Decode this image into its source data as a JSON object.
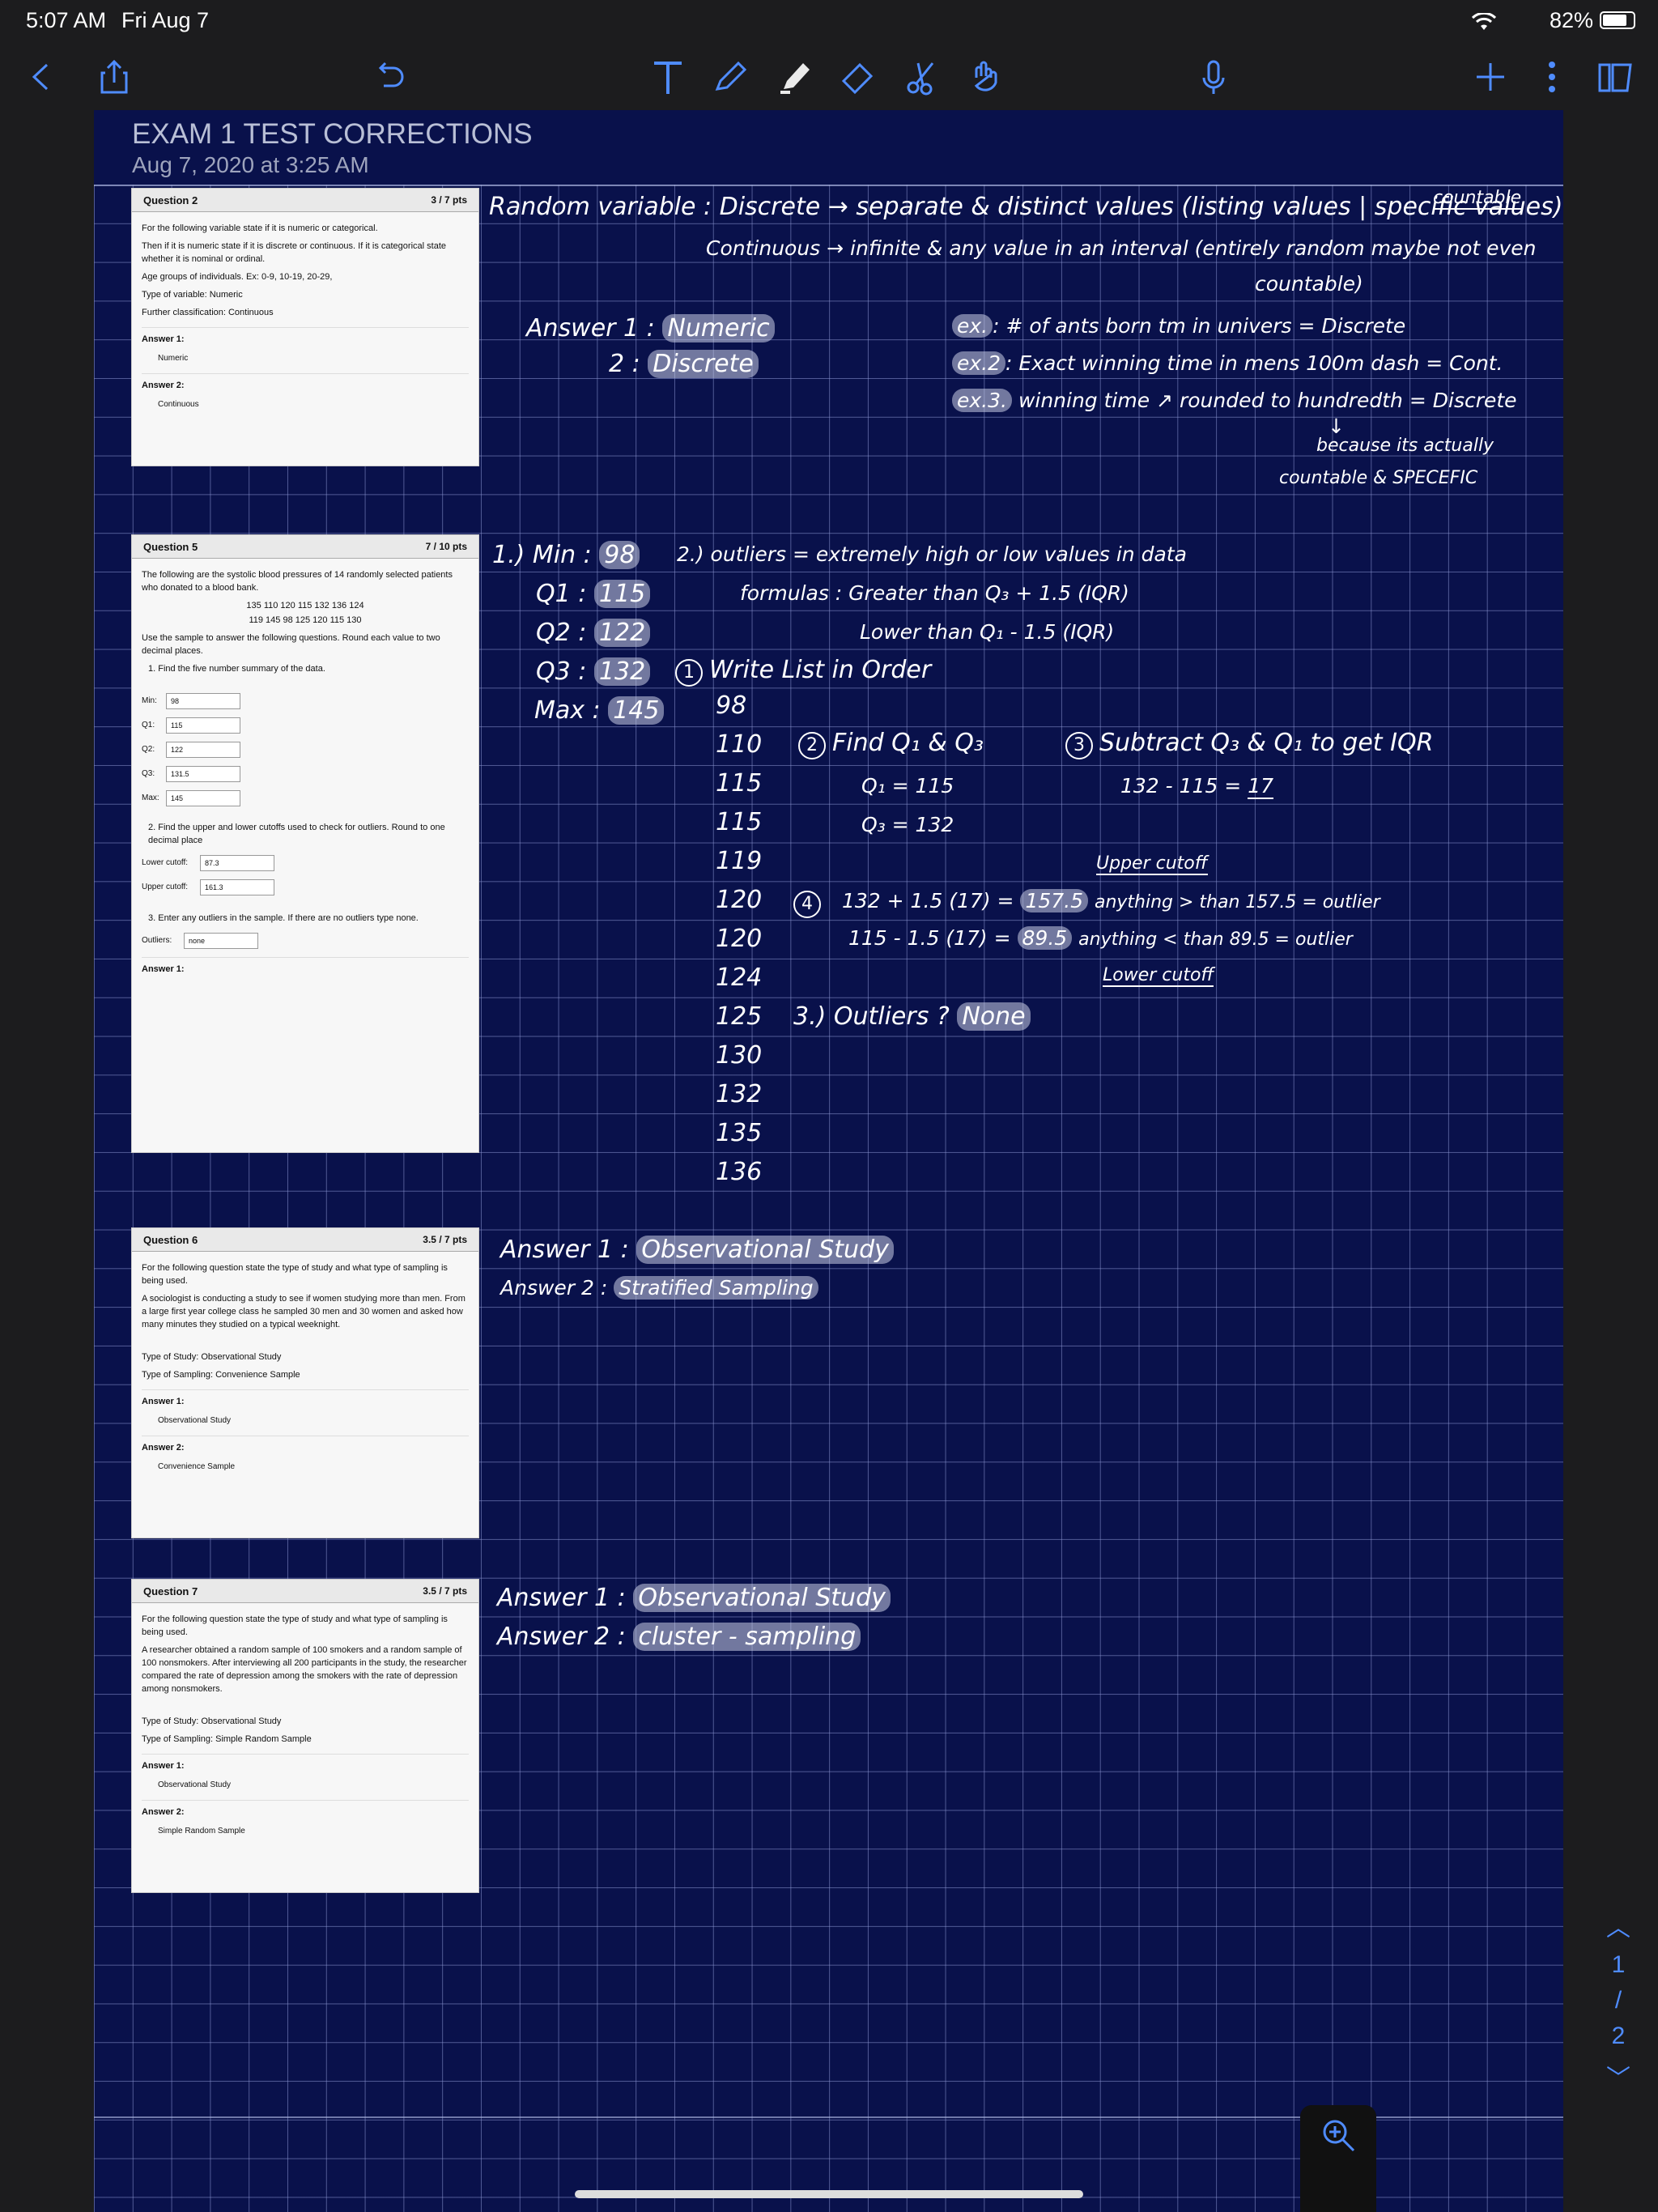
{
  "status": {
    "time": "5:07 AM",
    "date": "Fri Aug 7",
    "battery": "82%",
    "battery_level": 0.82
  },
  "document": {
    "title": "EXAM 1 TEST CORRECTIONS",
    "date": "Aug 7, 2020 at 3:25 AM"
  },
  "pager": {
    "current": "1",
    "sep": "/",
    "total": "2"
  },
  "q2": {
    "name": "Question 2",
    "pts": "3 / 7 pts",
    "text1": "For the following variable state if it is numeric or categorical.",
    "text2": "Then if it is numeric state if it is discrete or continuous. If it is categorical state whether it is nominal or ordinal.",
    "text3": "Age groups of individuals. Ex: 0-9, 10-19, 20-29,",
    "text4": "Type of variable: Numeric",
    "text5": "Further classification: Continuous",
    "answer1_label": "Answer 1:",
    "answer1": "Numeric",
    "answer2_label": "Answer 2:",
    "answer2": "Continuous"
  },
  "q5": {
    "name": "Question 5",
    "pts": "7 / 10 pts",
    "text1": "The following are the systolic blood pressures of 14 randomly selected patients who donated to a blood bank.",
    "data1": "135 110 120 115 132 136 124",
    "data2": "119 145 98 125 120 115 130",
    "text2": "Use the sample to answer the following questions. Round each value to two decimal places.",
    "text3": "1. Find the five number summary of the data.",
    "min_label": "Min:",
    "min": "98",
    "q1_label": "Q1:",
    "q1": "115",
    "q2_label": "Q2:",
    "q2": "122",
    "q3_label": "Q3:",
    "q3": "131.5",
    "max_label": "Max:",
    "max": "145",
    "text4": "2. Find the upper and lower cutoffs used to check for outliers. Round to one decimal place",
    "lower_label": "Lower cutoff:",
    "lower": "87.3",
    "upper_label": "Upper cutoff:",
    "upper": "161.3",
    "text5": "3. Enter any outliers in the sample. If there are no outliers type none.",
    "outliers_label": "Outliers:",
    "outliers": "none",
    "answer1_label": "Answer 1:"
  },
  "q6": {
    "name": "Question 6",
    "pts": "3.5 / 7 pts",
    "text1": "For the following question state the type of study and what type of sampling is being used.",
    "text2": "A sociologist is conducting a study to see if women studying more than men. From a large first year college class he sampled 30 men and 30 women and asked how many minutes they studied on a typical weeknight.",
    "text3": "Type of Study: Observational Study",
    "text4": "Type of Sampling: Convenience Sample",
    "answer1_label": "Answer 1:",
    "answer1": "Observational Study",
    "answer2_label": "Answer 2:",
    "answer2": "Convenience Sample"
  },
  "q7": {
    "name": "Question 7",
    "pts": "3.5 / 7 pts",
    "text1": "For the following question state the type of study and what type of sampling is being used.",
    "text2": "A researcher obtained a random sample of 100 smokers and a random sample of 100 nonsmokers. After interviewing all 200 participants in the study, the researcher compared the rate of depression among the smokers with the rate of depression among nonsmokers.",
    "text3": "Type of Study: Observational Study",
    "text4": "Type of Sampling: Simple Random Sample",
    "answer1_label": "Answer 1:",
    "answer1": "Observational Study",
    "answer2_label": "Answer 2:",
    "answer2": "Simple Random Sample"
  },
  "notes": {
    "n1_l1a": "Random variable : Discrete → separate & distinct values (listing values | specific values)",
    "n1_l1b": "countable",
    "n1_l2": "Continuous → infinite & any value in an interval (entirely random maybe not even",
    "n1_l3": "countable)",
    "n1_ans1": "Answer 1 :",
    "n1_ans1v": "Numeric",
    "n1_ans2": "2 :",
    "n1_ans2v": "Discrete",
    "n1_ex1a": "ex.",
    "n1_ex1b": ": # of ants born tm in univers = Discrete",
    "n1_ex2a": "ex.2",
    "n1_ex2b": ": Exact winning time in mens 100m dash = Cont.",
    "n1_ex3a": "ex.3.",
    "n1_ex3b": "winning time ↗ rounded to hundredth = Discrete",
    "n1_ex3c": "↓",
    "n1_ex3d": "because its actually",
    "n1_ex3e": "countable & SPECEFIC",
    "n5_min": "1.) Min :",
    "n5_minv": "98",
    "n5_q1": "Q1 :",
    "n5_q1v": "115",
    "n5_q2": "Q2 :",
    "n5_q2v": "122",
    "n5_q3": "Q3 :",
    "n5_q3v": "132",
    "n5_max": "Max :",
    "n5_maxv": "145",
    "n5_out": "2.) outliers = extremely high or low values in data",
    "n5_form1": "formulas : Greater than Q₃ + 1.5 (IQR)",
    "n5_form2": "Lower than Q₁ - 1.5 (IQR)",
    "n5_step1n": "1",
    "n5_step1": "Write List in Order",
    "n5_list": [
      "98",
      "110",
      "115",
      "115",
      "119",
      "120",
      "120",
      "124",
      "125",
      "130",
      "132",
      "135",
      "136"
    ],
    "n5_step2n": "2",
    "n5_step2": "Find Q₁ & Q₃",
    "n5_step2a": "Q₁ = 115",
    "n5_step2b": "Q₃ = 132",
    "n5_step3n": "3",
    "n5_step3": "Subtract Q₃ & Q₁ to get IQR",
    "n5_step3a": "132 - 115 =",
    "n5_step3b": "17",
    "n5_step4n": "4",
    "n5_calc1": "132 + 1.5 (17) =",
    "n5_calc1v": "157.5",
    "n5_calc1t": "anything > than 157.5 = outlier",
    "n5_calc2": "115 - 1.5 (17) =",
    "n5_calc2v": "89.5",
    "n5_calc2t": "anything < than 89.5 = outlier",
    "n5_upper": "Upper cutoff",
    "n5_lower": "Lower cutoff",
    "n5_outq": "3.) Outliers ?",
    "n5_outv": "None",
    "n6_a1": "Answer 1 :",
    "n6_a1v": "Observational Study",
    "n6_a2": "Answer 2 :",
    "n6_a2v": "Stratified Sampling",
    "n7_a1": "Answer 1 :",
    "n7_a1v": "Observational Study",
    "n7_a2": "Answer 2 :",
    "n7_a2v": "cluster - sampling"
  }
}
